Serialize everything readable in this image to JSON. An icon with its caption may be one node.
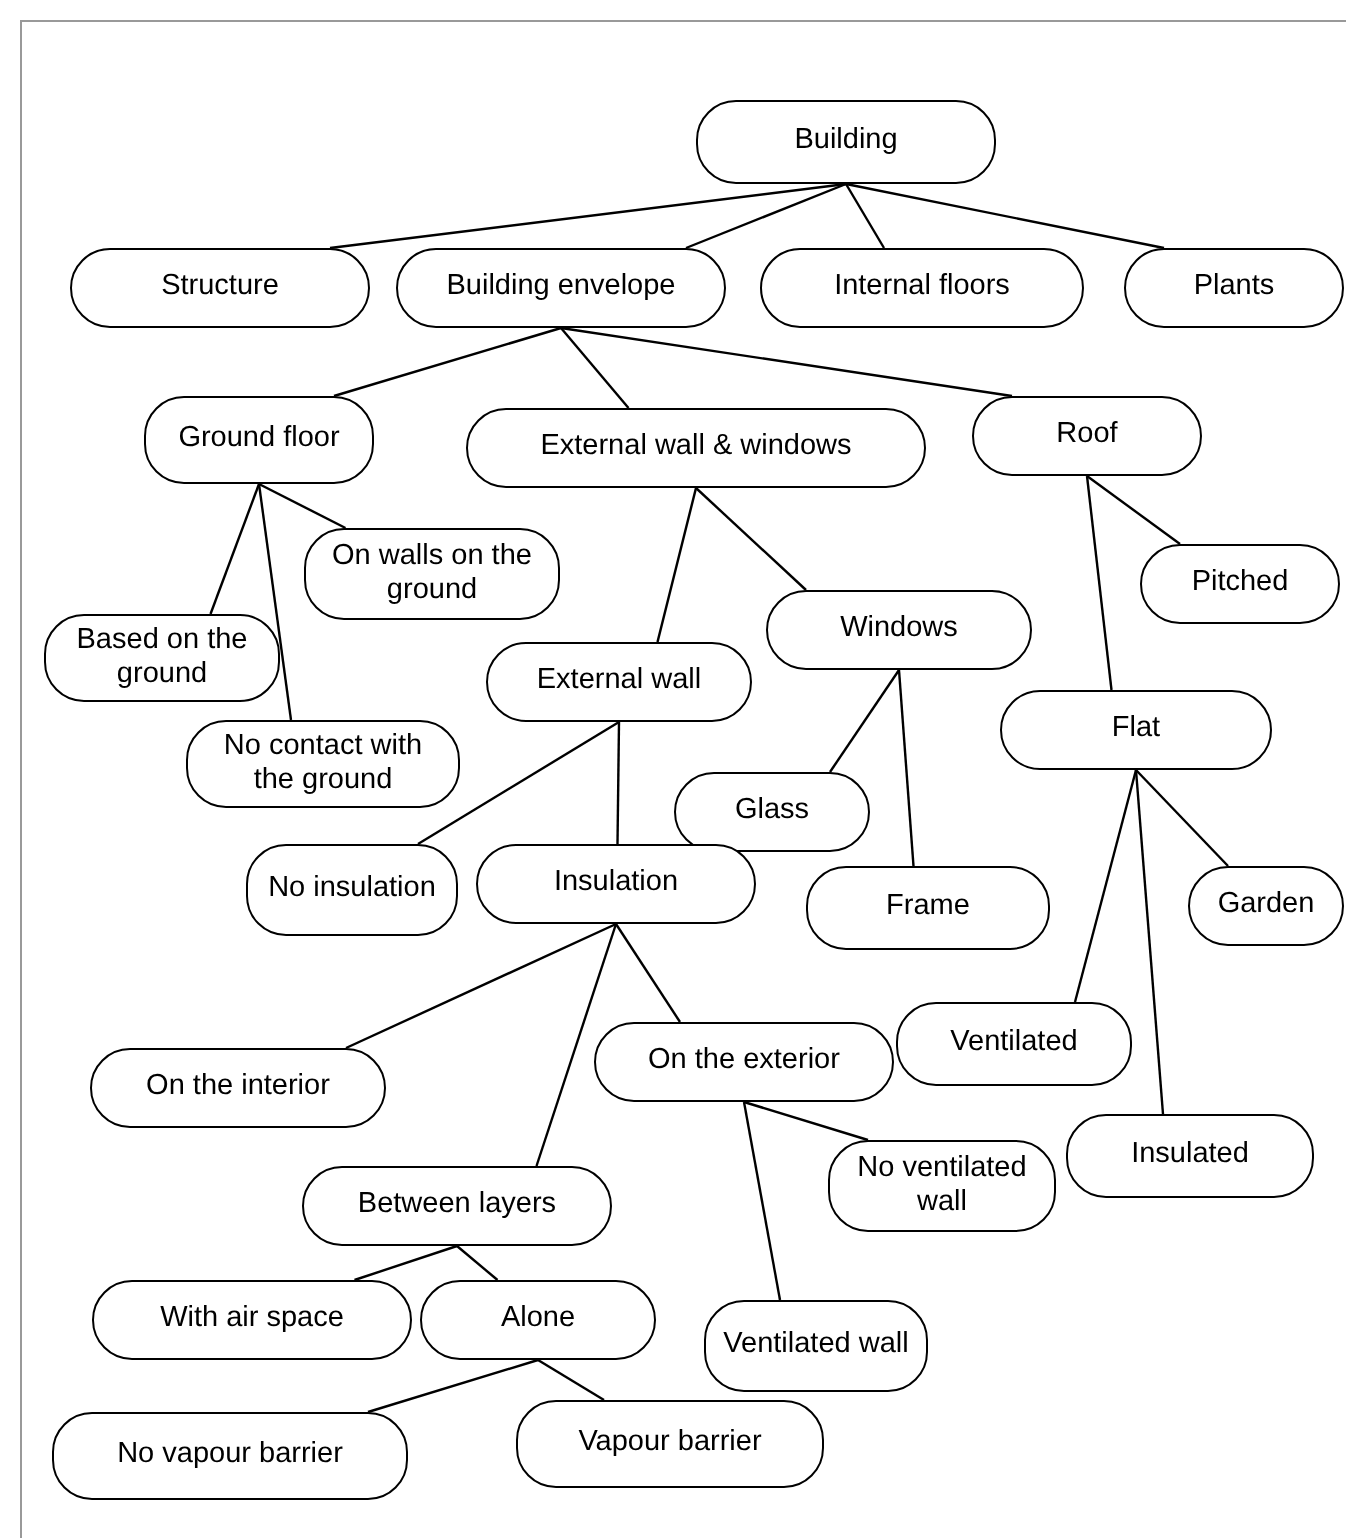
{
  "diagram": {
    "nodes": [
      {
        "text": [
          "Building"
        ]
      },
      {
        "text": [
          "Structure"
        ]
      },
      {
        "text": [
          "Building envelope"
        ]
      },
      {
        "text": [
          "Internal floors"
        ]
      },
      {
        "text": [
          "Plants"
        ]
      },
      {
        "text": [
          "Ground floor"
        ]
      },
      {
        "text": [
          "External wall & windows"
        ]
      },
      {
        "text": [
          "Roof"
        ]
      },
      {
        "text": [
          "On walls on the ground"
        ]
      },
      {
        "text": [
          "Pitched"
        ]
      },
      {
        "text": [
          "Based on the ground"
        ]
      },
      {
        "text": [
          "Windows"
        ]
      },
      {
        "text": [
          "External wall"
        ]
      },
      {
        "text": [
          "No contact with the ground"
        ]
      },
      {
        "text": [
          "Flat"
        ]
      },
      {
        "text": [
          "Glass"
        ]
      },
      {
        "text": [
          "Frame"
        ]
      },
      {
        "text": [
          "Garden"
        ]
      },
      {
        "text": [
          "No insulation"
        ]
      },
      {
        "text": [
          "Insulation"
        ]
      },
      {
        "text": [
          "On the interior"
        ]
      },
      {
        "text": [
          "On the exterior"
        ]
      },
      {
        "text": [
          "Ventilated"
        ]
      },
      {
        "text": [
          "No ventilated wall"
        ]
      },
      {
        "text": [
          "Insulated"
        ]
      },
      {
        "text": [
          "Between layers"
        ]
      },
      {
        "text": [
          "With air space"
        ]
      },
      {
        "text": [
          "Alone"
        ]
      },
      {
        "text": [
          "Ventilated wall"
        ]
      },
      {
        "text": [
          "No vapour barrier"
        ]
      },
      {
        "text": [
          "Vapour barrier"
        ]
      }
    ],
    "edges": [
      {
        "from": 0,
        "to": 1,
        "arrow": "none"
      },
      {
        "from": 0,
        "to": 2,
        "arrow": "none"
      },
      {
        "from": 0,
        "to": 3,
        "arrow": "none"
      },
      {
        "from": 0,
        "to": 4,
        "arrow": "none"
      },
      {
        "from": 2,
        "to": 5,
        "arrow": "none"
      },
      {
        "from": 2,
        "to": 6,
        "arrow": "none"
      },
      {
        "from": 2,
        "to": 7,
        "arrow": "none"
      },
      {
        "from": 5,
        "to": 8,
        "arrow": "none"
      },
      {
        "from": 5,
        "to": 10,
        "arrow": "none"
      },
      {
        "from": 5,
        "to": 13,
        "arrow": "none"
      },
      {
        "from": 6,
        "to": 11,
        "arrow": "none"
      },
      {
        "from": 6,
        "to": 12,
        "arrow": "none"
      },
      {
        "from": 7,
        "to": 9,
        "arrow": "none"
      },
      {
        "from": 7,
        "to": 14,
        "arrow": "none"
      },
      {
        "from": 11,
        "to": 15,
        "arrow": "none"
      },
      {
        "from": 11,
        "to": 16,
        "arrow": "none"
      },
      {
        "from": 12,
        "to": 18,
        "arrow": "none"
      },
      {
        "from": 12,
        "to": 19,
        "arrow": "none"
      },
      {
        "from": 14,
        "to": 17,
        "arrow": "none"
      },
      {
        "from": 14,
        "to": 22,
        "arrow": "none"
      },
      {
        "from": 14,
        "to": 24,
        "arrow": "none"
      },
      {
        "from": 19,
        "to": 20,
        "arrow": "none"
      },
      {
        "from": 19,
        "to": 21,
        "arrow": "none"
      },
      {
        "from": 19,
        "to": 25,
        "arrow": "none"
      },
      {
        "from": 21,
        "to": 23,
        "arrow": "none"
      },
      {
        "from": 21,
        "to": 28,
        "arrow": "none"
      },
      {
        "from": 25,
        "to": 26,
        "arrow": "none"
      },
      {
        "from": 25,
        "to": 27,
        "arrow": "none"
      },
      {
        "from": 27,
        "to": 29,
        "arrow": "none"
      },
      {
        "from": 27,
        "to": 30,
        "arrow": "none"
      }
    ]
  }
}
